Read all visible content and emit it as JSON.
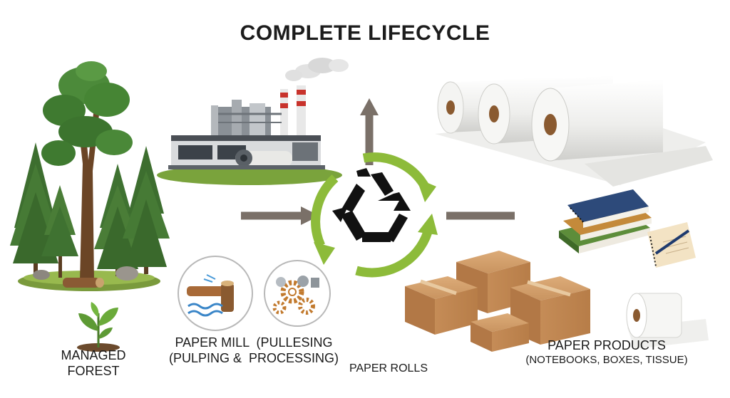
{
  "title": "COMPLETE LIFECYCLE",
  "stages": {
    "forest": {
      "line1": "MANAGED",
      "line2": "FOREST"
    },
    "mill": {
      "line1": "PAPER MILL  (PULLESING",
      "line2": "(PULPING &  PROCESSING)"
    },
    "rolls": {
      "label": "PAPER ROLLS"
    },
    "products": {
      "label": "PAPER PRODUCTS",
      "sub": "(NOTEBOOKS, BOXES, TISSUE)"
    }
  },
  "icons": {
    "recycle": "recycle-icon",
    "cycle_arrows": "cycle-arrows-icon",
    "tree": "tree-icon",
    "factory": "factory-icon",
    "sprout": "sprout-icon",
    "gears": "gears-icon",
    "log": "log-water-icon"
  },
  "colors": {
    "cycle_green": "#8dbb3a",
    "arrow_gray": "#7a7068",
    "cardboard": "#c9935f",
    "tree_green": "#3f7a34",
    "notebook_blue": "#2d4a7a"
  }
}
